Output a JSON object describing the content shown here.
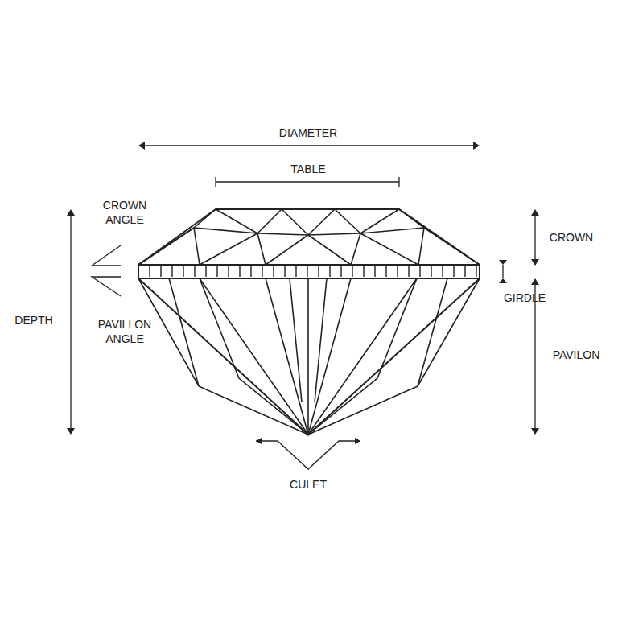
{
  "diagram": {
    "labels": [
      "DIAMETER",
      "TABLE",
      "CROWN ANGLE",
      "CROWN",
      "GIRDLE",
      "DEPTH",
      "PAVILLON ANGLE",
      "PAVILON",
      "CULET"
    ]
  }
}
